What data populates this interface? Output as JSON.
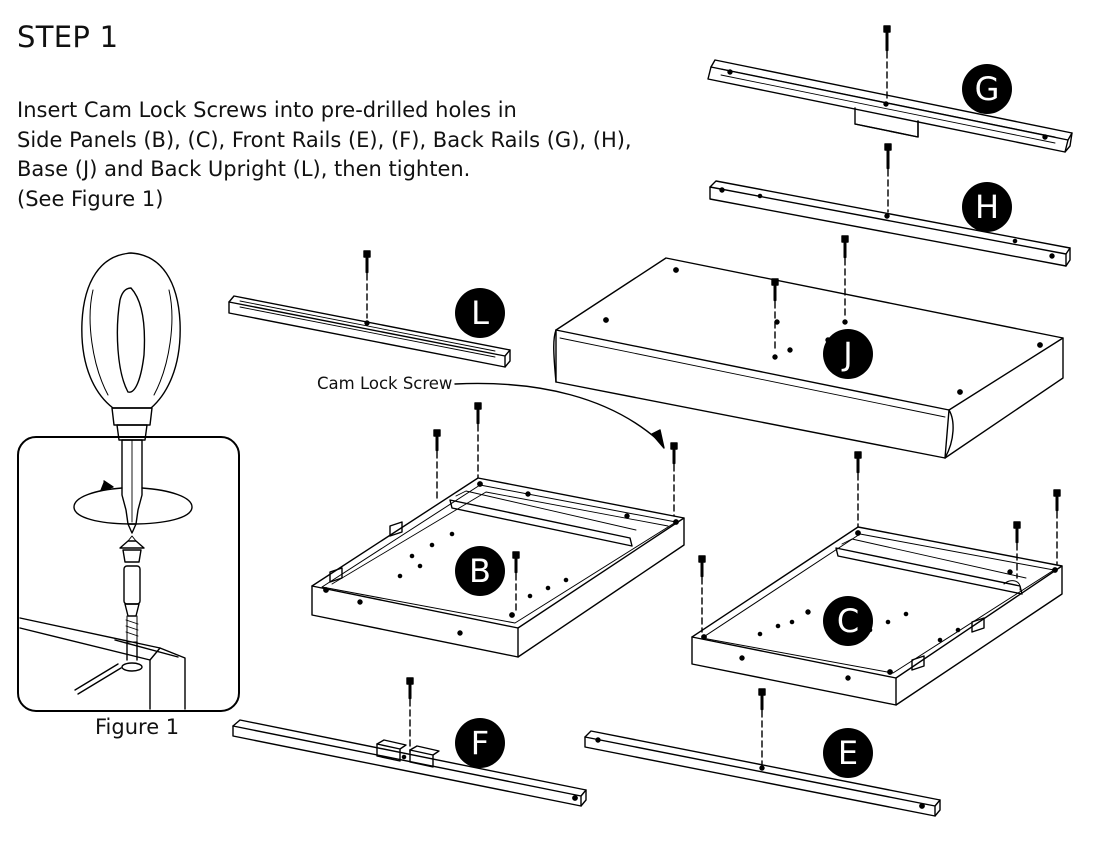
{
  "title": "STEP 1",
  "instructions": [
    "Insert Cam Lock Screws into pre-drilled holes in",
    "Side Panels (B), (C), Front Rails (E), (F), Back Rails (G), (H),",
    "Base (J) and Back Upright (L), then tighten.",
    "(See Figure 1)"
  ],
  "callout_label": "Cam Lock Screw",
  "figure_caption": "Figure 1",
  "part_labels": {
    "G": "G",
    "H": "H",
    "L": "L",
    "J": "J",
    "B": "B",
    "C": "C",
    "F": "F",
    "E": "E"
  },
  "colors": {
    "line": "#000000",
    "badge_bg": "#000000",
    "badge_text": "#ffffff"
  }
}
